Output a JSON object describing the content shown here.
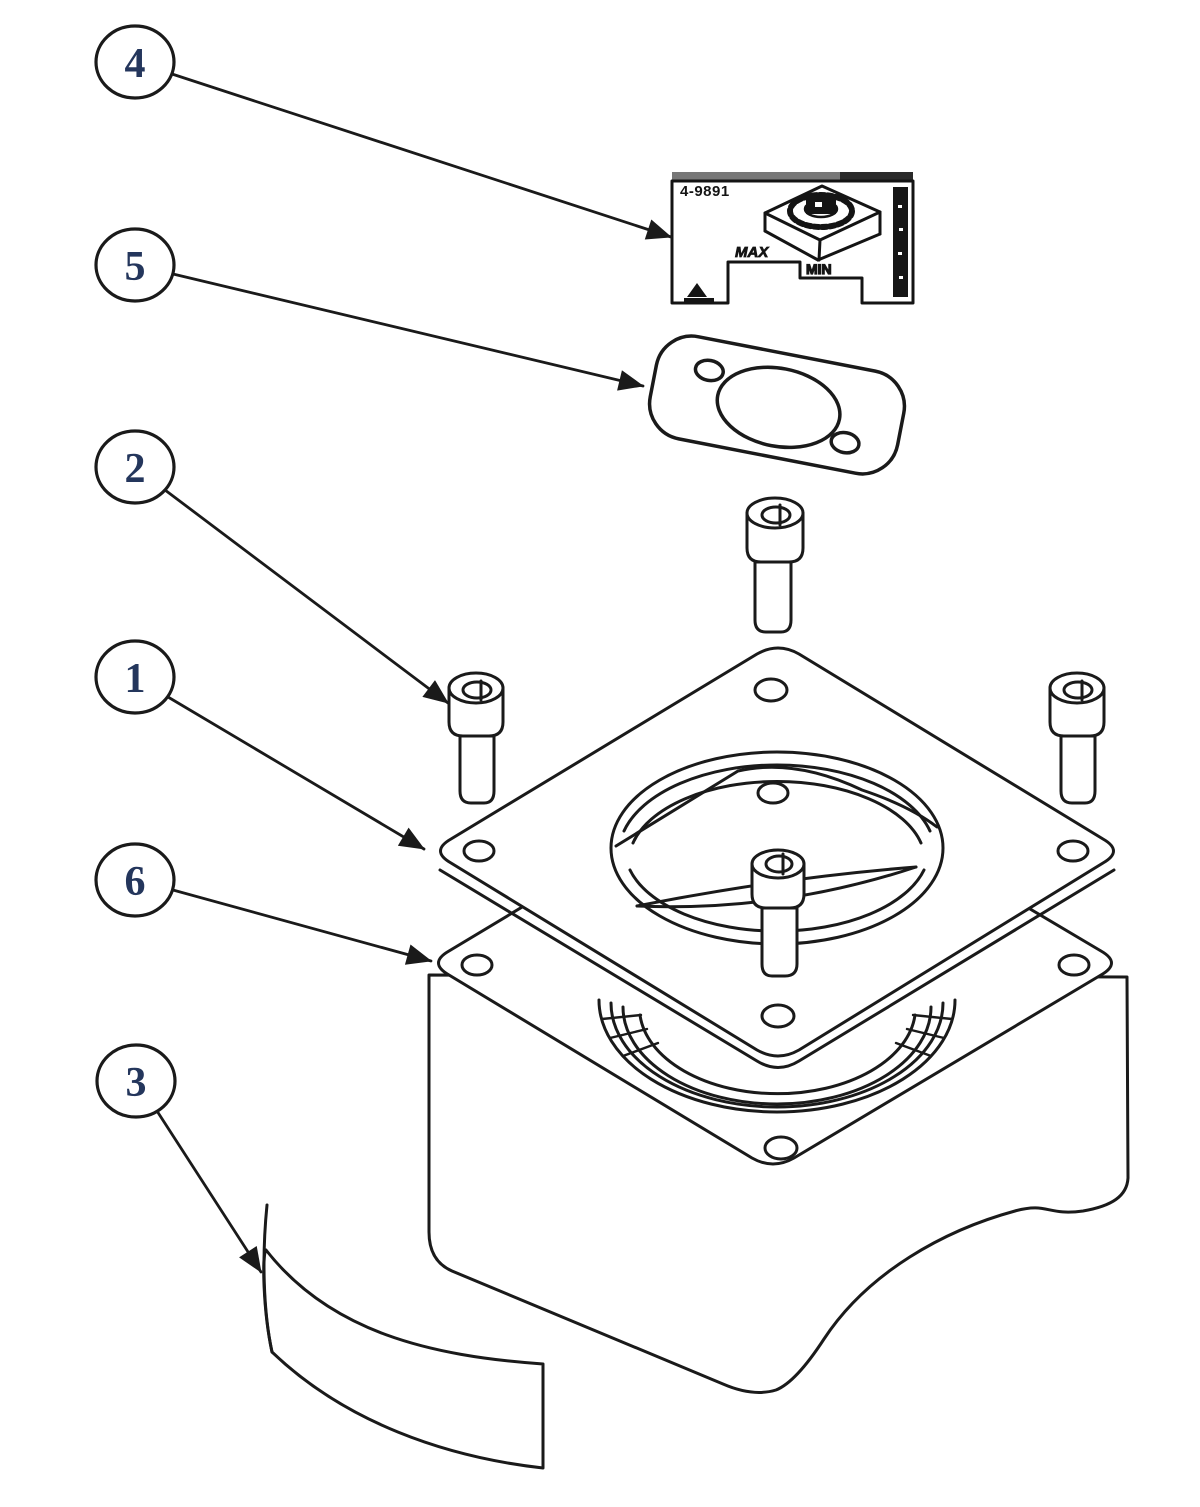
{
  "colors": {
    "ink": "#1a1a1a",
    "balloon_number": "#24365c",
    "label_dark": "#141414",
    "gray_bar": "#777777"
  },
  "balloons": [
    {
      "label": "4"
    },
    {
      "label": "5"
    },
    {
      "label": "2"
    },
    {
      "label": "1"
    },
    {
      "label": "6"
    },
    {
      "label": "3"
    }
  ],
  "sticker": {
    "part_number": "4-9891",
    "max_label": "MAX",
    "min_label": "MIN"
  }
}
